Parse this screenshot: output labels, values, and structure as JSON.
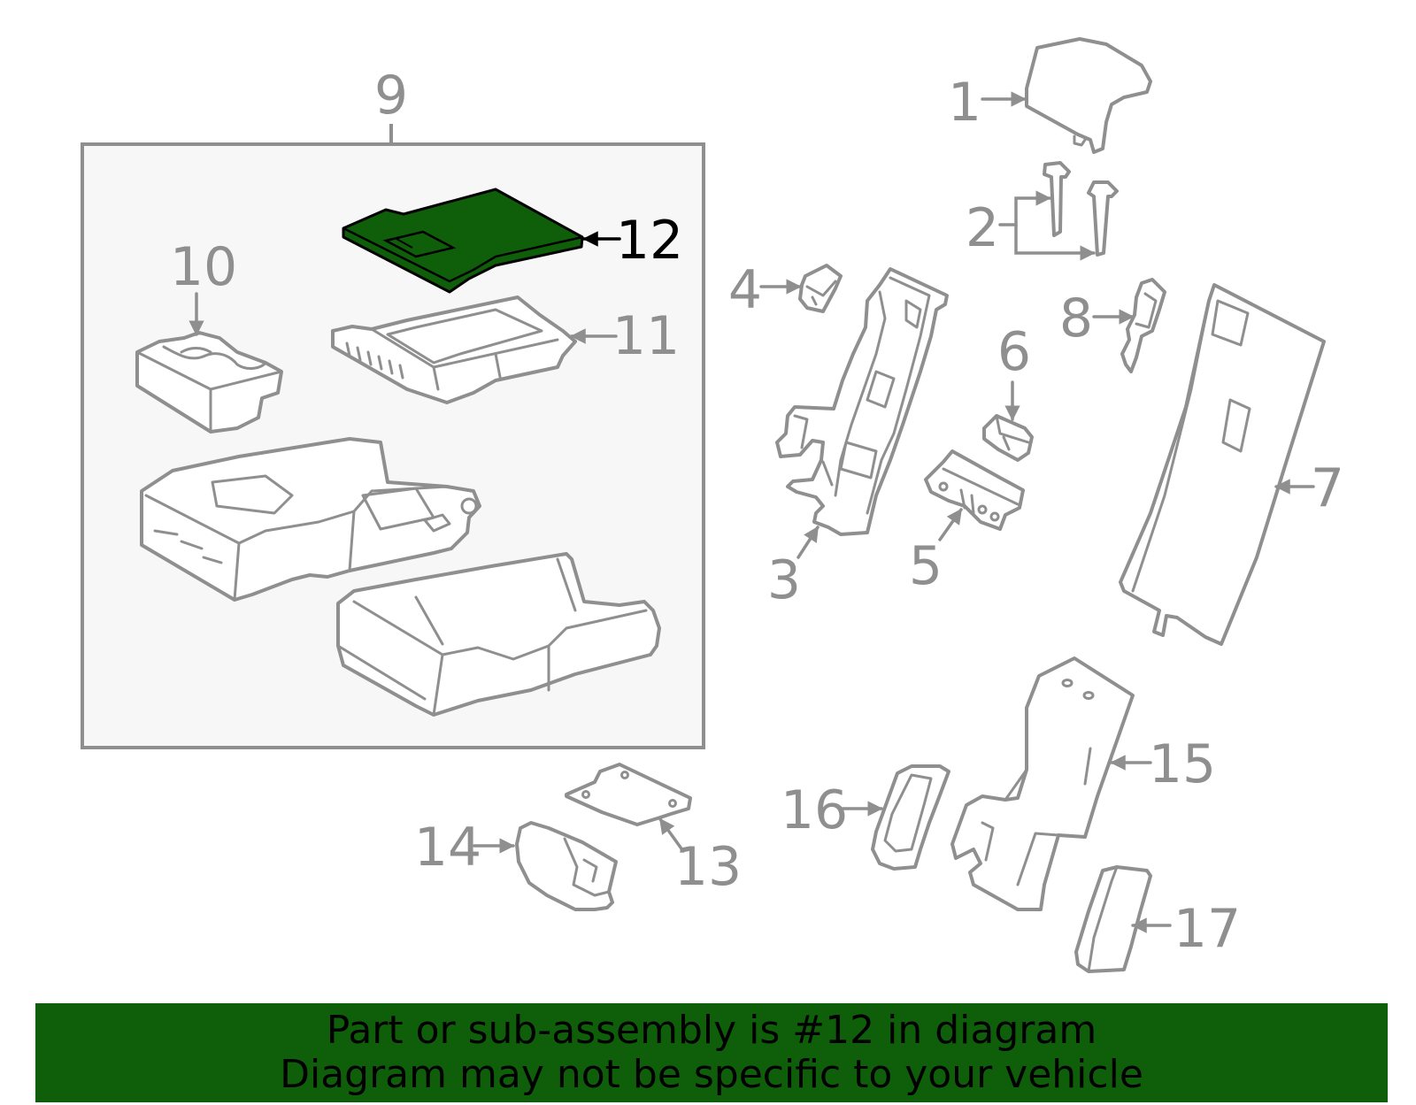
{
  "colors": {
    "part_line": "#8f8f8f",
    "label_gray": "#8f8f8f",
    "highlight_fill": "#0f5f0a",
    "highlight_outline": "#000000",
    "highlight_label": "#000000",
    "box_fill": "#f7f7f7",
    "banner_bg": "#0f5f0a",
    "banner_text": "#000000"
  },
  "diagram": {
    "highlighted_part": "12",
    "callouts": [
      "9",
      "12",
      "10",
      "11",
      "1",
      "2",
      "4",
      "8",
      "6",
      "3",
      "5",
      "7",
      "15",
      "16",
      "14",
      "13",
      "17"
    ]
  },
  "banner": {
    "line1": "Part or sub-assembly is #12 in diagram",
    "line2": "Diagram may not be specific to your vehicle"
  }
}
